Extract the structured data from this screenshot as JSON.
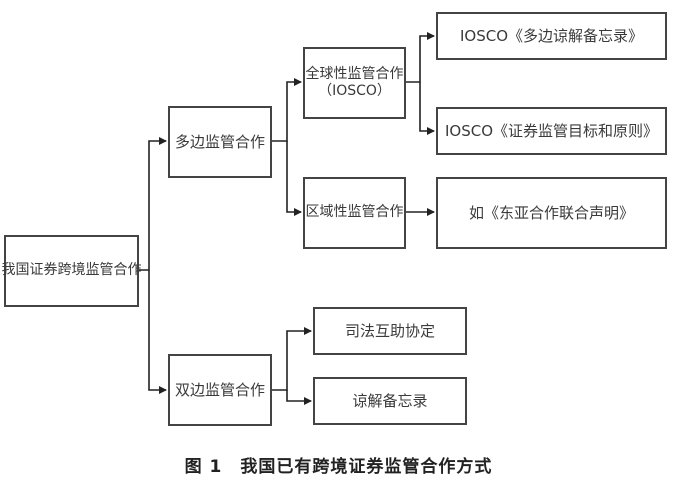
{
  "nodes": {
    "root": "我国证券跨境监管合作",
    "multilateral": "多边监管合作",
    "global_line1": "全球性监管合作",
    "global_line2": "（IOSCO）",
    "regional": "区域性监管合作",
    "iosco_mmou": "IOSCO《多边谅解备忘录》",
    "iosco_principles": "IOSCO《证券监管目标和原则》",
    "east_asia": "如《东亚合作联合声明》",
    "bilateral": "双边监管合作",
    "judicial": "司法互助协定",
    "mou": "谅解备忘录"
  },
  "edges": [
    [
      "root",
      "multilateral"
    ],
    [
      "root",
      "bilateral"
    ],
    [
      "multilateral",
      "global"
    ],
    [
      "multilateral",
      "regional"
    ],
    [
      "global",
      "iosco_mmou"
    ],
    [
      "global",
      "iosco_principles"
    ],
    [
      "regional",
      "east_asia"
    ],
    [
      "bilateral",
      "judicial"
    ],
    [
      "bilateral",
      "mou"
    ]
  ],
  "caption": {
    "figure_number": "图 1",
    "title": "我国已有跨境证券监管合作方式"
  },
  "colors": {
    "line": "#222222",
    "border": "#444444"
  }
}
